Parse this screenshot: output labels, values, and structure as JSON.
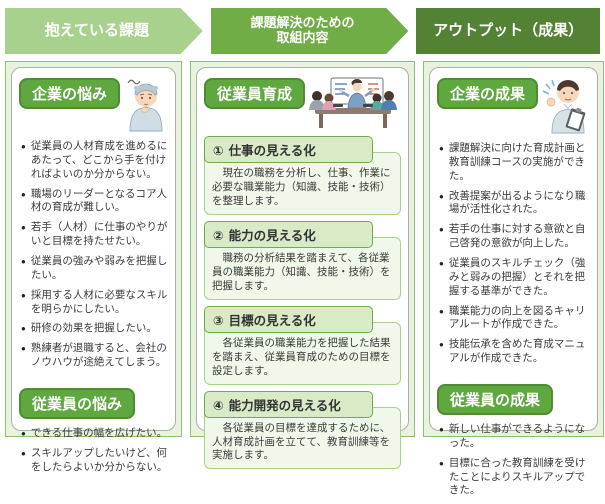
{
  "headers": {
    "problems": {
      "label": "抱えている課題"
    },
    "actions": {
      "line1": "課題解決のための",
      "line2": "取組内容"
    },
    "output": {
      "label": "アウトプット（成果）"
    }
  },
  "left": {
    "company": {
      "badge": "企業の悩み",
      "bullets": [
        "従業員の人材育成を進めるにあたって、どこから手を付ければよいのか分からない。",
        "職場のリーダーとなるコア人材の育成が難しい。",
        "若手（人材）に仕事のやりがいと目標を持たせたい。",
        "従業員の強みや弱みを把握したい。",
        "採用する人材に必要なスキルを明らかにしたい。",
        "研修の効果を把握したい。",
        "熟練者が退職すると、会社のノウハウが途絶えてしまう。"
      ]
    },
    "employee": {
      "badge": "従業員の悩み",
      "bullets": [
        "できる仕事の幅を広げたい。",
        "スキルアップしたいけど、何をしたらよいか分からない。"
      ]
    }
  },
  "middle": {
    "badge": "従業員育成",
    "items": [
      {
        "num": "①",
        "title": "仕事の見える化",
        "body": "現在の職務を分析し、仕事、作業に必要な職業能力（知識、技能・技術）を整理します。"
      },
      {
        "num": "②",
        "title": "能力の見える化",
        "body": "職務の分析結果を踏まえて、各従業員の職業能力（知識、技能・技術）を把握します。"
      },
      {
        "num": "③",
        "title": "目標の見える化",
        "body": "各従業員の職業能力を把握した結果を踏まえ、従業員育成のための目標を設定します。"
      },
      {
        "num": "④",
        "title": "能力開発の見える化",
        "body": "各従業員の目標を達成するために、人材育成計画を立てて、教育訓練等を実施します。"
      }
    ]
  },
  "right": {
    "company": {
      "badge": "企業の成果",
      "bullets": [
        "課題解決に向けた育成計画と教育訓練コースの実施ができた。",
        "改善提案が出るようになり職場が活性化された。",
        "若手の仕事に対する意欲と自己啓発の意欲が向上した。",
        "従業員のスキルチェック（強みと弱みの把握）とそれを把握する基準ができた。",
        "職業能力の向上を図るキャリアルートが作成できた。",
        "技能伝承を含めた育成マニュアルが作成できた。"
      ]
    },
    "employee": {
      "badge": "従業員の成果",
      "bullets": [
        "新しい仕事ができるようになった。",
        "目標に合った教育訓練を受けたことによりスキルアップできた。"
      ]
    }
  },
  "illustrations": {
    "left": "worried-worker",
    "middle": "training-session",
    "right": "motivated-worker-with-clipboard"
  },
  "colors": {
    "arrow_light_green": "#a9d18e",
    "arrow_mid_green": "#70ad47",
    "header_dark_green": "#548235",
    "badge_green": "#5fa73f",
    "panel_bg": "#e8f2df",
    "item_header_bg": "#d8eac6",
    "item_body_bg": "#f0f8e9"
  }
}
